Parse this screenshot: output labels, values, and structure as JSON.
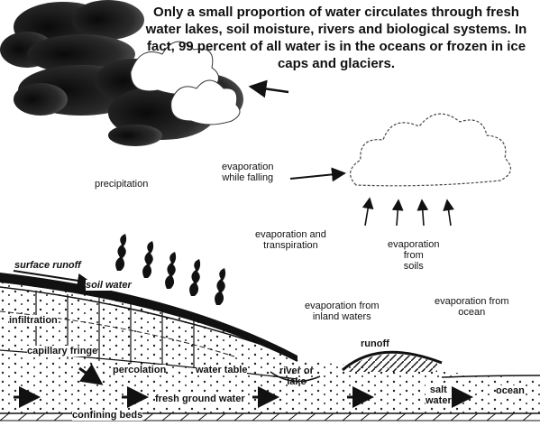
{
  "caption": "Only a small proportion of water circulates through fresh water lakes, soil moisture, rivers and biological systems. In fact, 99 percent of all water is in the oceans or frozen in ice caps and glaciers.",
  "labels": {
    "precipitation": "precipitation",
    "evap_falling_1": "evaporation",
    "evap_falling_2": "while falling",
    "evap_transp_1": "evaporation and",
    "evap_transp_2": "transpiration",
    "evap_soils_1": "evaporation",
    "evap_soils_2": "from",
    "evap_soils_3": "soils",
    "evap_inland_1": "evaporation from",
    "evap_inland_2": "inland waters",
    "evap_ocean_1": "evaporation from",
    "evap_ocean_2": "ocean",
    "surface_runoff": "surface runoff",
    "soil_water": "soil water",
    "infiltration": "infiltration",
    "capillary_fringe": "capillary fringe",
    "percolation": "percolation",
    "water_table": "water table",
    "river_1": "river or",
    "river_2": "lake",
    "runoff": "runoff",
    "salt_1": "salt",
    "salt_2": "water",
    "ocean": "ocean",
    "fresh_ground_water": "fresh ground water",
    "confining_beds": "confining beds"
  },
  "colors": {
    "ink": "#111111",
    "paper": "#ffffff"
  }
}
